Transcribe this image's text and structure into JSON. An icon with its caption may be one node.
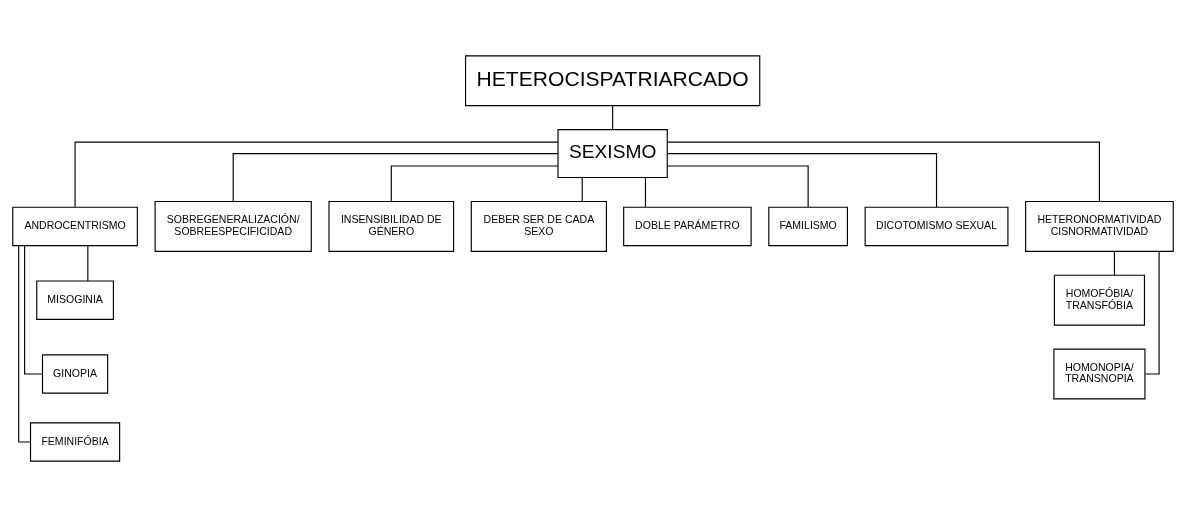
{
  "diagram": {
    "nodes": [
      {
        "text": [
          "HETEROCISPATRIARCADO"
        ]
      },
      {
        "text": [
          "SEXISMO"
        ]
      },
      {
        "text": [
          "ANDROCENTRISMO"
        ]
      },
      {
        "text": [
          "SOBREGENERALIZACIÓN/ SOBREESPECIFICIDAD"
        ]
      },
      {
        "text": [
          "INSENSIBILIDAD DE GÉNERO"
        ]
      },
      {
        "text": [
          "DEBER SER DE CADA SEXO"
        ]
      },
      {
        "text": [
          "DOBLE PARÁMETRO"
        ]
      },
      {
        "text": [
          "FAMILISMO"
        ]
      },
      {
        "text": [
          "DICOTOMISMO SEXUAL"
        ]
      },
      {
        "text": [
          "HETERONORMATIVIDAD CISNORMATIVIDAD"
        ]
      },
      {
        "text": [
          "MISOGINIA"
        ]
      },
      {
        "text": [
          "GINOPIA"
        ]
      },
      {
        "text": [
          "FEMINIFÓBIA"
        ]
      },
      {
        "text": [
          "HOMOFÓBIA/ TRANSFÓBIA"
        ]
      },
      {
        "text": [
          "HOMONOPIA/ TRANSNOPIA"
        ]
      }
    ],
    "edges": [
      {
        "from": 0,
        "to": 1,
        "arrow": "none"
      },
      {
        "from": 1,
        "to": 2,
        "arrow": "none"
      },
      {
        "from": 1,
        "to": 3,
        "arrow": "none"
      },
      {
        "from": 1,
        "to": 4,
        "arrow": "none"
      },
      {
        "from": 1,
        "to": 5,
        "arrow": "none"
      },
      {
        "from": 1,
        "to": 6,
        "arrow": "none"
      },
      {
        "from": 1,
        "to": 7,
        "arrow": "none"
      },
      {
        "from": 1,
        "to": 8,
        "arrow": "none"
      },
      {
        "from": 1,
        "to": 9,
        "arrow": "none"
      },
      {
        "from": 2,
        "to": 10,
        "arrow": "none"
      },
      {
        "from": 2,
        "to": 11,
        "arrow": "none"
      },
      {
        "from": 2,
        "to": 12,
        "arrow": "none"
      },
      {
        "from": 9,
        "to": 13,
        "arrow": "none"
      },
      {
        "from": 9,
        "to": 14,
        "arrow": "none"
      }
    ]
  }
}
